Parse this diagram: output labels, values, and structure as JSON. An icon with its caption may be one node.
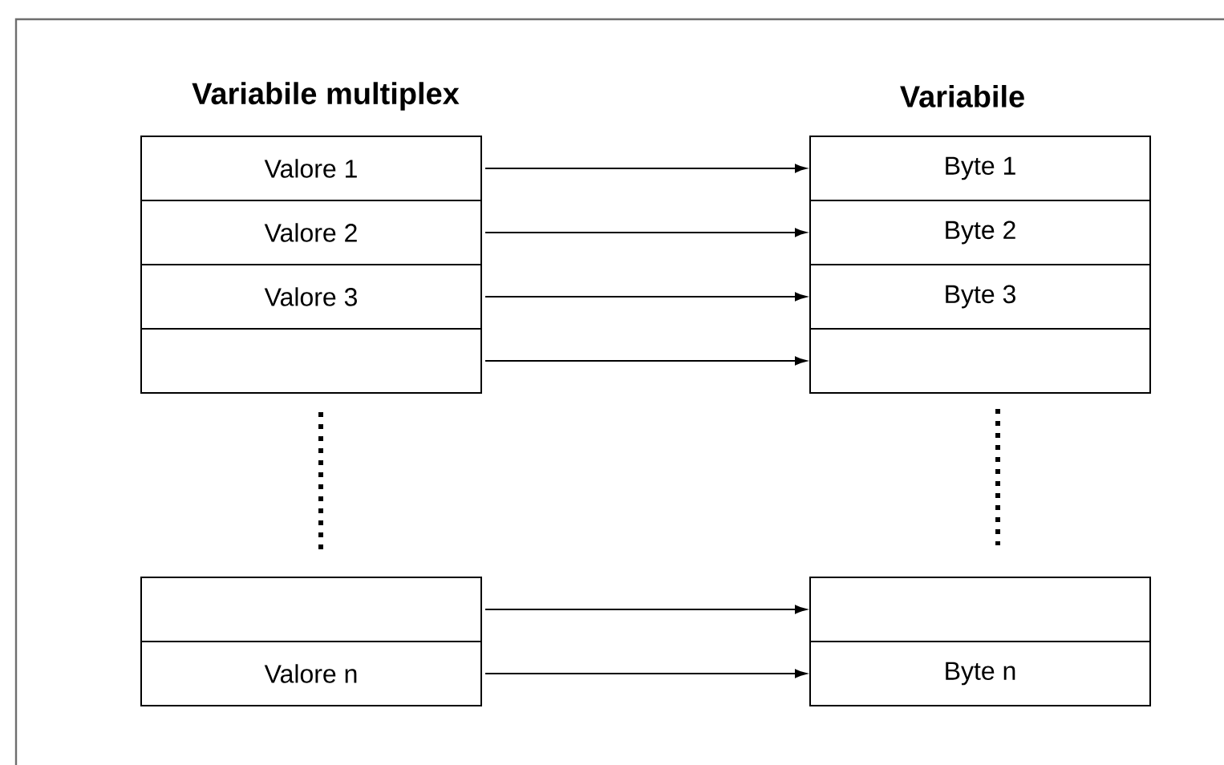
{
  "diagram": {
    "nodes": [
      {
        "text": [
          "Valore 1"
        ]
      },
      {
        "text": [
          "Valore 2"
        ]
      },
      {
        "text": [
          "Valore 3"
        ]
      },
      {
        "text": [],
        "shape": "box"
      },
      {
        "text": [],
        "shape": "box"
      },
      {
        "text": [
          "Valore n"
        ]
      },
      {
        "text": [
          "Byte 1"
        ]
      },
      {
        "text": [
          "Byte 2"
        ]
      },
      {
        "text": [
          "Byte 3"
        ]
      },
      {
        "text": [],
        "shape": "box"
      },
      {
        "text": [],
        "shape": "box"
      },
      {
        "text": [
          "Byte n"
        ]
      }
    ],
    "edges": [
      {
        "from": 0,
        "to": 6,
        "arrow": "to"
      },
      {
        "from": 1,
        "to": 7,
        "arrow": "to"
      },
      {
        "from": 2,
        "to": 8,
        "arrow": "to"
      },
      {
        "from": 3,
        "to": 9,
        "arrow": "to"
      },
      {
        "from": 4,
        "to": 10,
        "arrow": "to"
      },
      {
        "from": 5,
        "to": 11,
        "arrow": "to"
      }
    ],
    "labels": [
      "Variabile multiplex",
      "Variabile"
    ]
  }
}
